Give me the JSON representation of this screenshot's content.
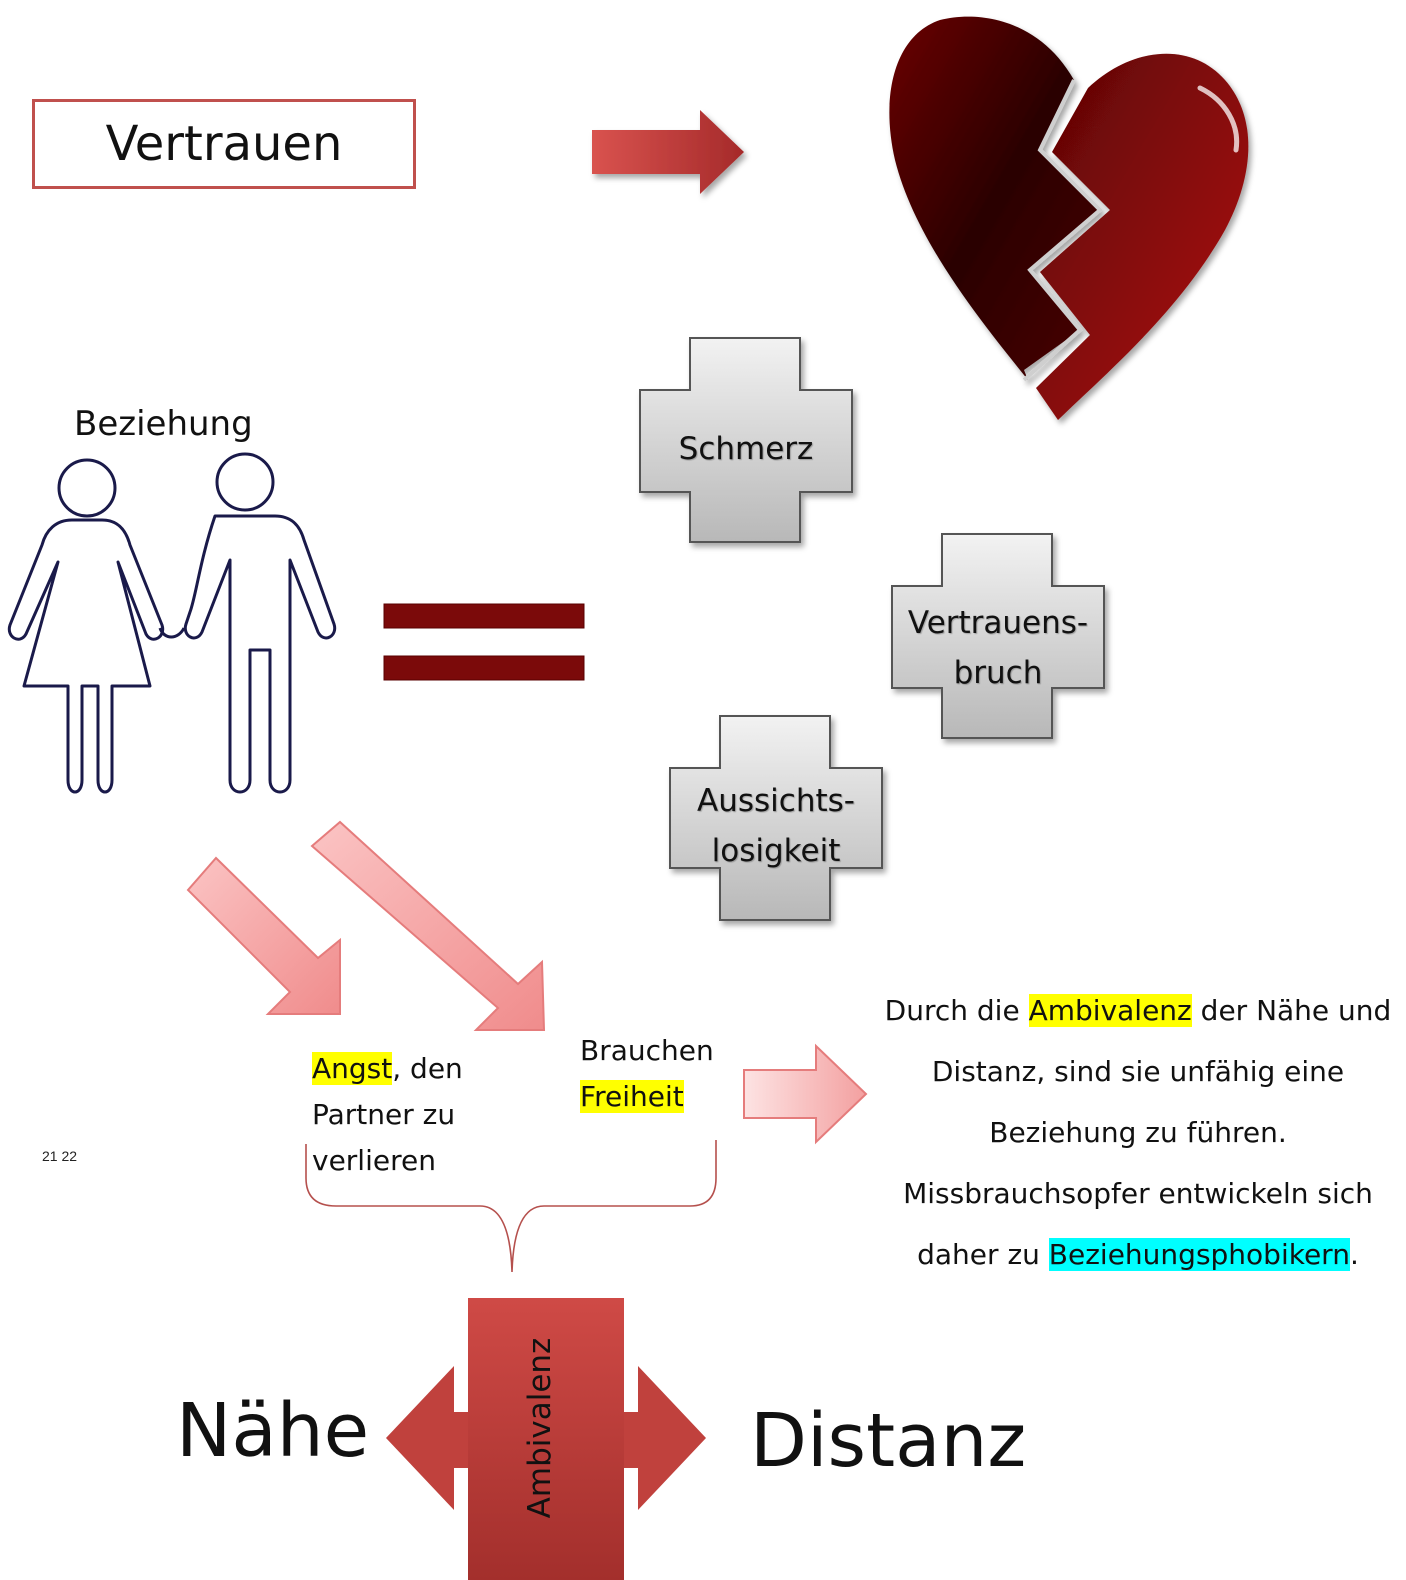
{
  "top": {
    "vertrauen_label": "Vertrauen"
  },
  "relationship": {
    "label": "Beziehung"
  },
  "crosses": {
    "schmerz": "Schmerz",
    "vertrauensbruch_line1": "Vertrauens-",
    "vertrauensbruch_line2": "bruch",
    "aussichtslosigkeit_line1": "Aussichts-",
    "aussichtslosigkeit_line2": "losigkeit"
  },
  "fear": {
    "highlight": "Angst",
    "rest_line1": ", den",
    "line2": "Partner zu",
    "line3": "verlieren"
  },
  "need": {
    "line1": "Brauchen",
    "highlight": "Freiheit"
  },
  "explanation": {
    "line1_pre": "Durch die ",
    "line1_highlight": "Ambivalenz",
    "line1_post": " der Nähe und",
    "line2": "Distanz, sind sie unfähig eine",
    "line3": "Beziehung zu führen.",
    "line4": "Missbrauchsopfer entwickeln sich",
    "line5_pre": "daher zu ",
    "line5_highlight": "Beziehungsphobikern",
    "line5_post": "."
  },
  "page_number": "21 22",
  "bottom": {
    "naehe": "Nähe",
    "distanz": "Distanz",
    "ambivalenz": "Ambivalenz"
  },
  "colors": {
    "accent_red": "#c0504d",
    "dark_red": "#7b0a0a",
    "highlight_yellow": "#ffff00",
    "highlight_cyan": "#00ffff",
    "pink_arrow": "#f7a9a8",
    "cross_gray": "#d9d9d9"
  }
}
